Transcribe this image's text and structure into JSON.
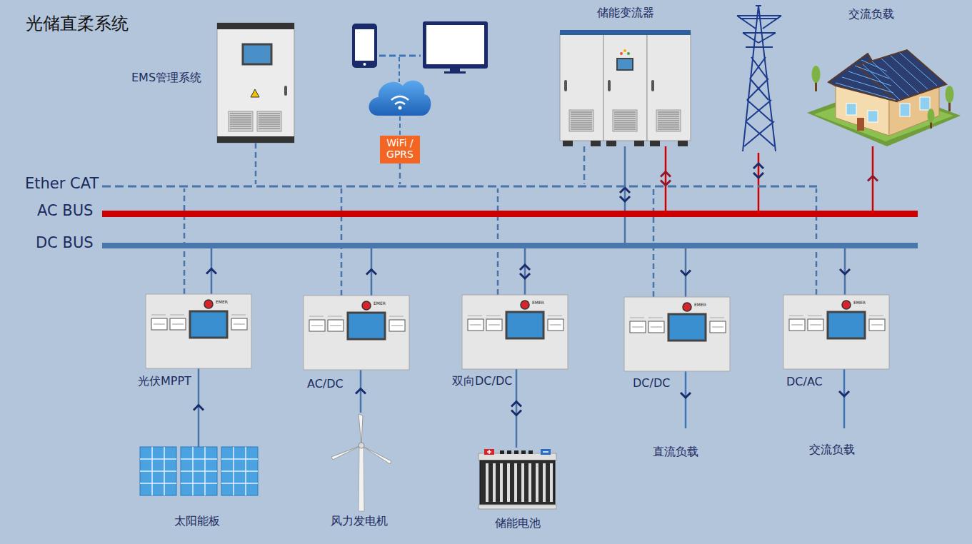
{
  "diagram": {
    "title": "光储直柔系统",
    "nodes": [
      {
        "text": [
          "EMS管理系统"
        ]
      },
      {
        "text": [
          "WiFi / GPRS"
        ]
      },
      {
        "text": [
          "储能变流器"
        ]
      },
      {
        "text": [
          "交流负载"
        ]
      },
      {
        "text": [
          "Ether CAT"
        ]
      },
      {
        "text": [
          "AC BUS"
        ]
      },
      {
        "text": [
          "DC BUS"
        ]
      },
      {
        "text": [
          "光伏MPPT"
        ]
      },
      {
        "text": [
          "AC/DC"
        ]
      },
      {
        "text": [
          "双向DC/DC"
        ]
      },
      {
        "text": [
          "DC/DC"
        ]
      },
      {
        "text": [
          "DC/AC"
        ]
      },
      {
        "text": [
          "太阳能板"
        ]
      },
      {
        "text": [
          "风力发电机"
        ]
      },
      {
        "text": [
          "储能电池"
        ]
      }
    ],
    "edges": [
      {
        "from": 0,
        "to": 4,
        "arrow": "none"
      },
      {
        "from": 1,
        "to": 4,
        "arrow": "none"
      },
      {
        "from": 2,
        "to": 4,
        "arrow": "none"
      },
      {
        "from": 2,
        "to": 5,
        "arrow": "both"
      },
      {
        "from": 2,
        "to": 6,
        "arrow": "both"
      },
      {
        "from": 5,
        "to": 3,
        "arrow": "to"
      },
      {
        "from": 7,
        "to": 4,
        "arrow": "none"
      },
      {
        "from": 7,
        "to": 6,
        "arrow": "to"
      },
      {
        "from": 8,
        "to": 4,
        "arrow": "none"
      },
      {
        "from": 8,
        "to": 6,
        "arrow": "to"
      },
      {
        "from": 9,
        "to": 4,
        "arrow": "none"
      },
      {
        "from": 9,
        "to": 6,
        "arrow": "both"
      },
      {
        "from": 10,
        "to": 4,
        "arrow": "none"
      },
      {
        "from": 6,
        "to": 10,
        "arrow": "to"
      },
      {
        "from": 11,
        "to": 4,
        "arrow": "none"
      },
      {
        "from": 6,
        "to": 11,
        "arrow": "to"
      },
      {
        "from": 12,
        "to": 7,
        "arrow": "to"
      },
      {
        "from": 13,
        "to": 8,
        "arrow": "to"
      },
      {
        "from": 14,
        "to": 9,
        "arrow": "both"
      }
    ],
    "labels": [
      "直流负载",
      "交流负载",
      "EMER",
      "EMER",
      "EMER",
      "EMER",
      "EMER"
    ]
  }
}
